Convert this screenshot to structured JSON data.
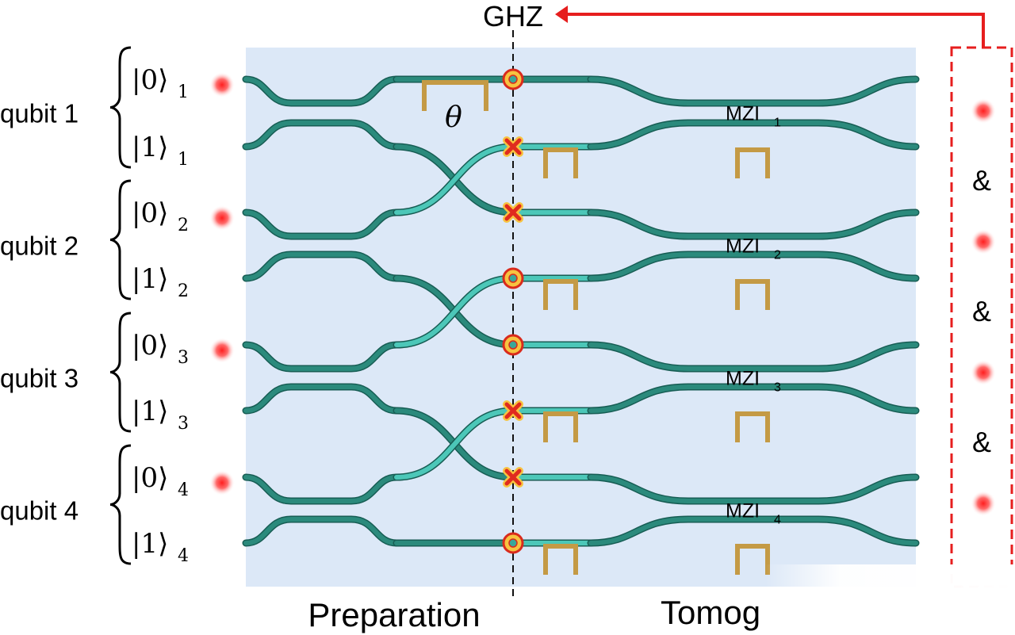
{
  "top_label": "GHZ",
  "theta_label": "θ",
  "bottom": {
    "left": "Preparation",
    "right": "Tomog"
  },
  "qubits": [
    {
      "label": "qubit 1",
      "ket0": "|0⟩",
      "ket1": "|1⟩",
      "sub": "1",
      "mzi": "MZI",
      "mzi_sub": "1"
    },
    {
      "label": "qubit 2",
      "ket0": "|0⟩",
      "ket1": "|1⟩",
      "sub": "2",
      "mzi": "MZI",
      "mzi_sub": "2"
    },
    {
      "label": "qubit 3",
      "ket0": "|0⟩",
      "ket1": "|1⟩",
      "sub": "3",
      "mzi": "MZI",
      "mzi_sub": "3"
    },
    {
      "label": "qubit 4",
      "ket0": "|0⟩",
      "ket1": "|1⟩",
      "sub": "4",
      "mzi": "MZI",
      "mzi_sub": "4"
    }
  ],
  "coincidence_symbols": [
    "&",
    "&",
    "&"
  ],
  "colors": {
    "panel": "#dce8f7",
    "waveguide": "#2b8a7c",
    "waveguide_light": "#4cc7b8",
    "heater": "#c49a45",
    "detector_dot": "#ff3b3b",
    "arrow": "#e61e1e",
    "marker_ring": "#d92b1d",
    "marker_fill": "#f7c340"
  },
  "markers": [
    "circle",
    "cross",
    "cross",
    "circle",
    "circle",
    "cross",
    "cross",
    "circle"
  ]
}
